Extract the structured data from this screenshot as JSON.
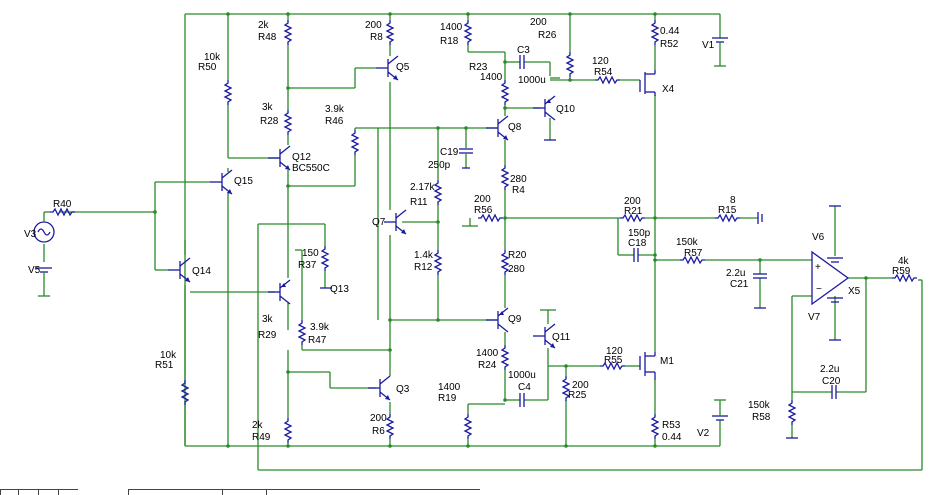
{
  "components": {
    "R48": {
      "ref": "R48",
      "val": "2k"
    },
    "R50": {
      "ref": "R50",
      "val": "10k"
    },
    "R28": {
      "ref": "R28",
      "val": "3k"
    },
    "R46": {
      "ref": "R46",
      "val": "3.9k"
    },
    "Q12": {
      "ref": "Q12",
      "val": "BC550C"
    },
    "Q15": {
      "ref": "Q15"
    },
    "R40": {
      "ref": "R40"
    },
    "V3": {
      "ref": "V3"
    },
    "V5": {
      "ref": "V5"
    },
    "Q14": {
      "ref": "Q14"
    },
    "R51": {
      "ref": "R51",
      "val": "10k"
    },
    "R29": {
      "ref": "R29",
      "val": "3k"
    },
    "R49": {
      "ref": "R49",
      "val": "2k"
    },
    "R37": {
      "ref": "R37",
      "val": "150"
    },
    "Q13": {
      "ref": "Q13"
    },
    "R47": {
      "ref": "R47",
      "val": "3.9k"
    },
    "R8": {
      "ref": "R8",
      "val": "200"
    },
    "Q5": {
      "ref": "Q5"
    },
    "Q7": {
      "ref": "Q7"
    },
    "Q3": {
      "ref": "Q3"
    },
    "R6": {
      "ref": "R6",
      "val": "200"
    },
    "R18": {
      "ref": "R18",
      "val": "1400"
    },
    "R23": {
      "ref": "R23",
      "val": "1400"
    },
    "C3": {
      "ref": "C3",
      "val": "1000u"
    },
    "R26": {
      "ref": "R26",
      "val": "200"
    },
    "R54": {
      "ref": "R54",
      "val": "120"
    },
    "Q10": {
      "ref": "Q10"
    },
    "Q8": {
      "ref": "Q8"
    },
    "C19": {
      "ref": "C19",
      "val": "250p"
    },
    "R11": {
      "ref": "R11",
      "val": "2.17k"
    },
    "R4": {
      "ref": "R4",
      "val": "280"
    },
    "R56": {
      "ref": "R56",
      "val": "200"
    },
    "R12": {
      "ref": "R12",
      "val": "1.4k"
    },
    "R20": {
      "ref": "R20",
      "val": "280"
    },
    "Q9": {
      "ref": "Q9"
    },
    "Q11": {
      "ref": "Q11"
    },
    "R24": {
      "ref": "R24",
      "val": "1400"
    },
    "C4": {
      "ref": "C4",
      "val": "1000u"
    },
    "R19": {
      "ref": "R19",
      "val": "1400"
    },
    "R25": {
      "ref": "R25",
      "val": "200"
    },
    "R55": {
      "ref": "R55",
      "val": "120"
    },
    "M1": {
      "ref": "M1"
    },
    "R52": {
      "ref": "R52",
      "val": "0.44"
    },
    "V1": {
      "ref": "V1"
    },
    "X4": {
      "ref": "X4"
    },
    "R21": {
      "ref": "R21",
      "val": "200"
    },
    "R15": {
      "ref": "R15",
      "val": "8"
    },
    "C18": {
      "ref": "C18",
      "val": "150p"
    },
    "R53": {
      "ref": "R53",
      "val": "0.44"
    },
    "V2": {
      "ref": "V2"
    },
    "R57": {
      "ref": "R57",
      "val": "150k"
    },
    "C21": {
      "ref": "C21",
      "val": "2.2u"
    },
    "V6": {
      "ref": "V6"
    },
    "V7": {
      "ref": "V7"
    },
    "X5": {
      "ref": "X5"
    },
    "R59": {
      "ref": "R59",
      "val": "4k"
    },
    "C20": {
      "ref": "C20",
      "val": "2.2u"
    },
    "R58": {
      "ref": "R58",
      "val": "150k"
    }
  },
  "colors": {
    "wire": "#2a8a2a",
    "component": "#1a1aa0",
    "label": "#000000"
  }
}
